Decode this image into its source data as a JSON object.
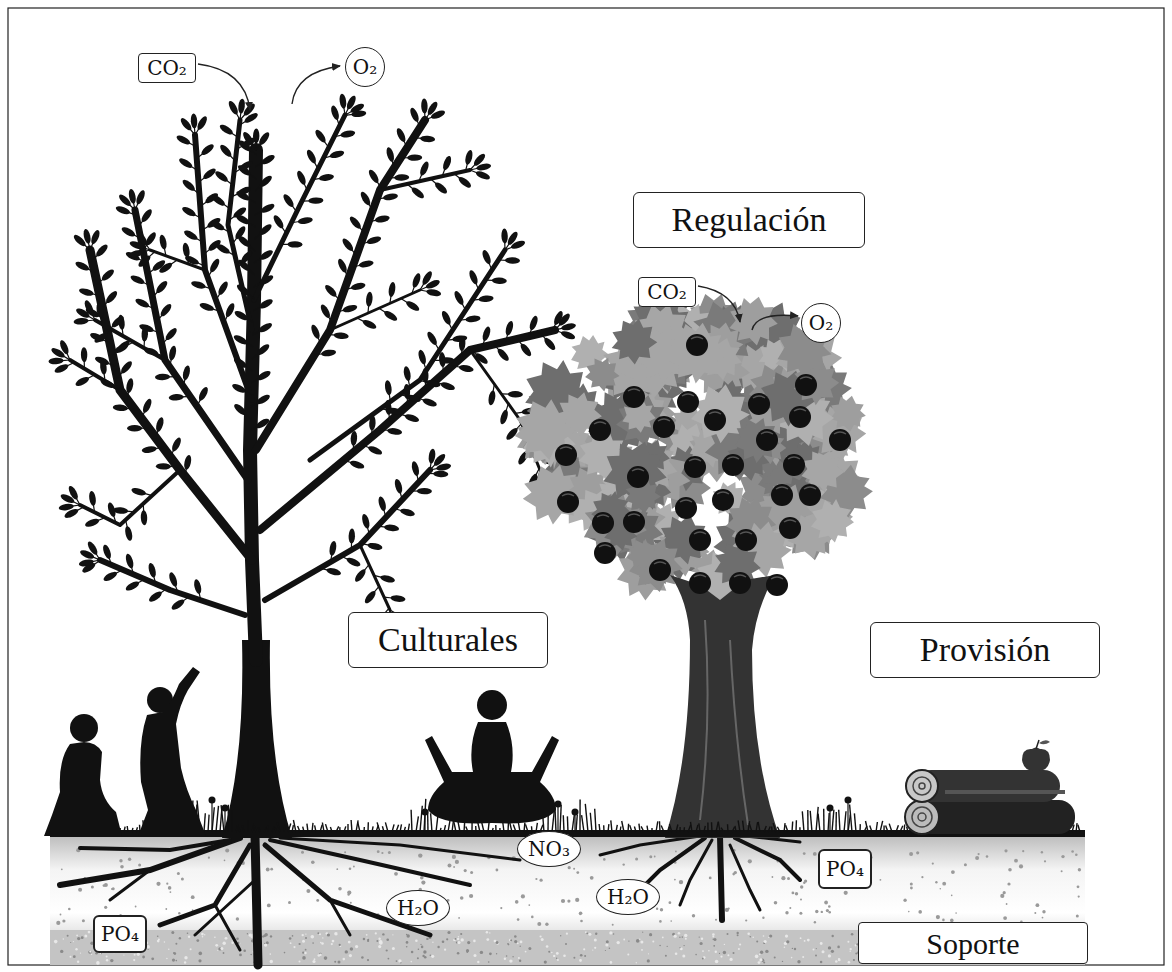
{
  "diagram": {
    "nodes": [
      {
        "text": [
          "CO₂"
        ]
      },
      {
        "text": [
          "O₂"
        ]
      },
      {
        "text": [
          "Regulación"
        ]
      },
      {
        "text": [
          "CO₂"
        ]
      },
      {
        "text": [
          "O₂"
        ]
      },
      {
        "text": [
          "Culturales"
        ]
      },
      {
        "text": [
          "Provisión"
        ]
      },
      {
        "text": [
          "NO₃"
        ]
      },
      {
        "text": [
          "PO₄"
        ]
      },
      {
        "text": [
          "H₂O"
        ]
      },
      {
        "text": [
          "H₂O"
        ]
      },
      {
        "text": [
          "PO₄"
        ]
      },
      {
        "text": [
          "Soporte"
        ]
      }
    ]
  }
}
